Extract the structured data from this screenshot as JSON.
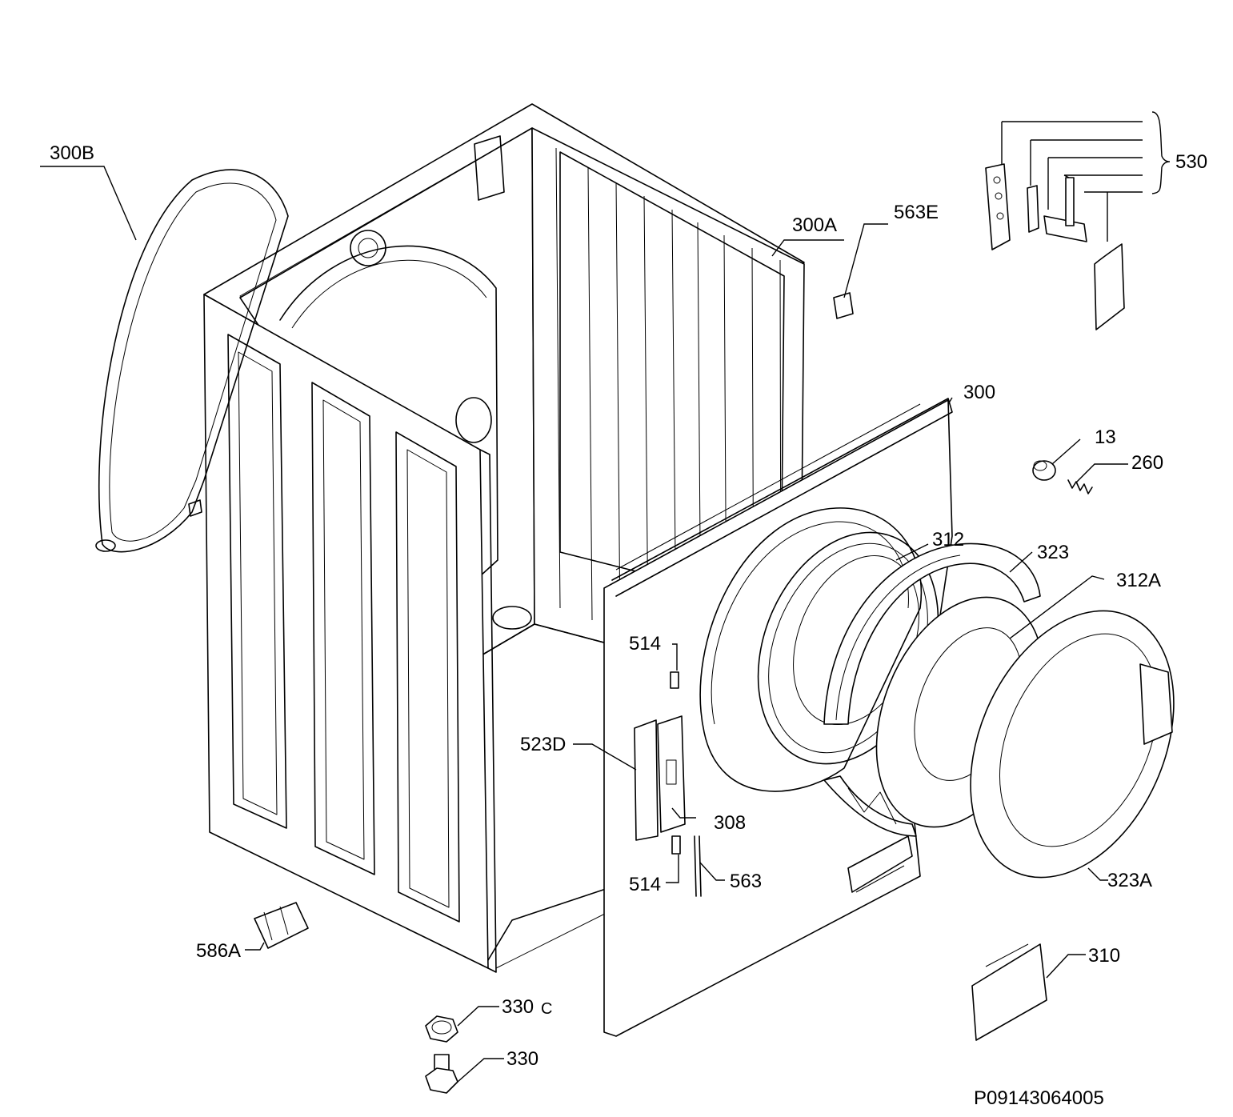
{
  "labels": {
    "l300B": "300B",
    "l300A": "300A",
    "l563E": "563E",
    "l530": "530",
    "l300": "300",
    "l13": "13",
    "l260": "260",
    "l312": "312",
    "l323": "323",
    "l312A": "312A",
    "l514a": "514",
    "l523D": "523D",
    "l308": "308",
    "l514b": "514",
    "l563": "563",
    "l323A": "323A",
    "l586A": "586A",
    "l310": "310",
    "l330C_num": "330",
    "l330C_suffix": "C",
    "l330": "330"
  },
  "drawing_code": "P09143064005"
}
